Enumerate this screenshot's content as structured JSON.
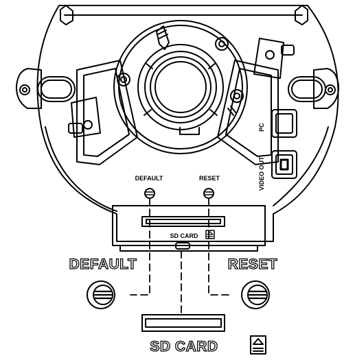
{
  "labels": {
    "default_small": "DEFAULT",
    "reset_small": "RESET",
    "sd_card_small": "SD CARD",
    "video_out": "VIDEO OUT",
    "pc": "PC",
    "default_callout": "DEFAULT",
    "reset_callout": "RESET",
    "sd_card_callout": "SD CARD"
  },
  "icons": {
    "sd_card_symbol": "sd-card-symbol-icon"
  },
  "colors": {
    "line": "#000000",
    "background": "#ffffff"
  }
}
